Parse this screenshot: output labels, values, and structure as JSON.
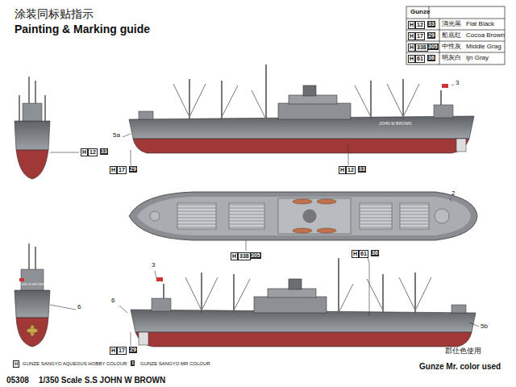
{
  "diagram": {
    "title": "涂装同标贴指示",
    "labels": [
      "Painting & Marking guide",
      "Gunze",
      "H",
      "12",
      "33",
      "消光黑",
      "Flat Black",
      "H",
      "17",
      "29",
      "船底红",
      "Cocoa Brown",
      "H",
      "338",
      "305",
      "中性灰",
      "Middle Grag",
      "H",
      "61",
      "36",
      "明灰白",
      "Ijn Gray",
      "H",
      "12",
      "33",
      "H",
      "17",
      "29",
      "H",
      "12",
      "33",
      "H",
      "338",
      "305",
      "H",
      "61",
      "36",
      "H",
      "17",
      "29",
      "3",
      "5a",
      "2",
      "3",
      "6",
      "5b",
      "6",
      "H",
      "GUNZE SANGYO AQUEOUS HOBBY COLOUR",
      "1",
      "GUNZE SANGYO MR COLOUR",
      "郡仕色使用",
      "Gunze Mr. color used",
      "05308",
      "1/350 Scale S.S JOHN W BROWN",
      "JOHN W BROWN",
      "JOHN W BROWN"
    ]
  }
}
